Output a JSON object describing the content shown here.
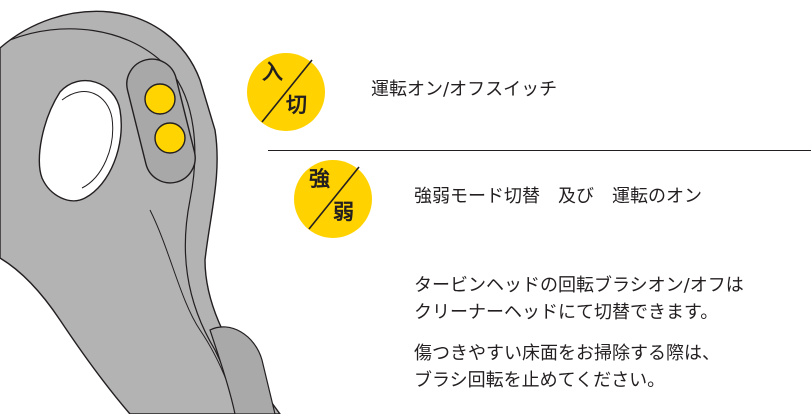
{
  "colors": {
    "badge_yellow": "#ffd200",
    "button_yellow": "#ffd400",
    "handle_gray": "#b3b3b4",
    "outline": "#231f20"
  },
  "icons": [
    "power-switch-badge",
    "strength-mode-badge",
    "cleaner-handle-illustration"
  ],
  "switch1": {
    "top_char": "入",
    "bottom_char": "切",
    "label": "運転オン/オフスイッチ"
  },
  "switch2": {
    "top_char": "強",
    "bottom_char": "弱",
    "label": "強弱モード切替　及び　運転のオン"
  },
  "notes": [
    {
      "lines": [
        "タービンヘッドの回転ブラシオン/オフは",
        "クリーナーヘッドにて切替できます。"
      ]
    },
    {
      "lines": [
        "傷つきやすい床面をお掃除する際は、",
        "ブラシ回転を止めてください。"
      ]
    }
  ]
}
